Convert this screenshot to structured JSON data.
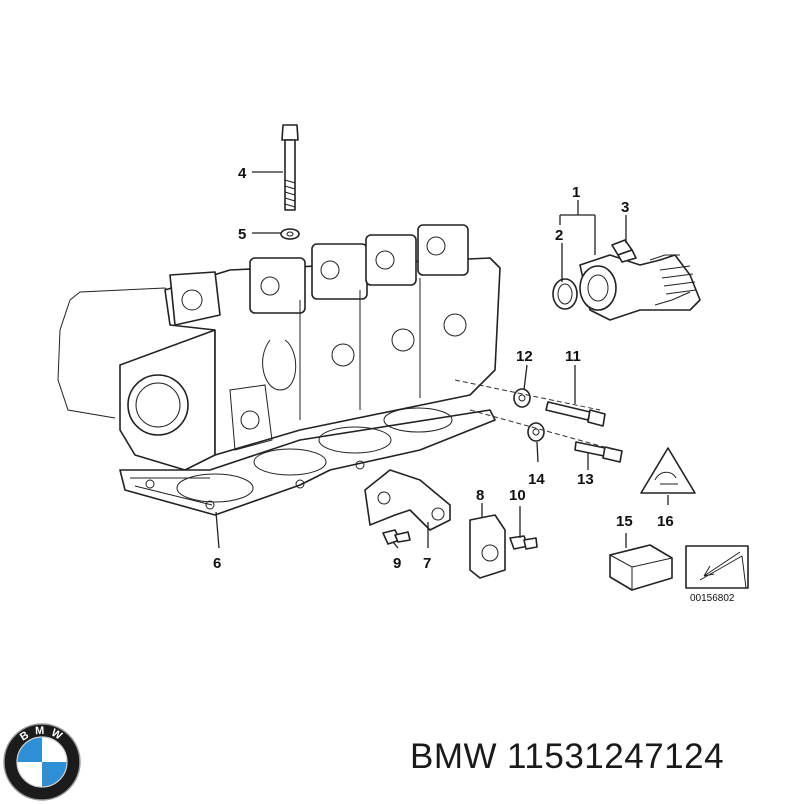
{
  "diagram": {
    "part_labels": [
      "1",
      "2",
      "3",
      "4",
      "5",
      "6",
      "7",
      "8",
      "9",
      "10",
      "11",
      "12",
      "13",
      "14",
      "15",
      "16"
    ],
    "reference_code": "00156802"
  },
  "logo": {
    "letters": [
      "B",
      "M",
      "W"
    ],
    "colors": {
      "blue": "#2f8fd6",
      "white": "#ffffff",
      "ring": "#1b1b1b"
    }
  },
  "caption": {
    "brand": "BMW",
    "part_number": "11531247124"
  }
}
